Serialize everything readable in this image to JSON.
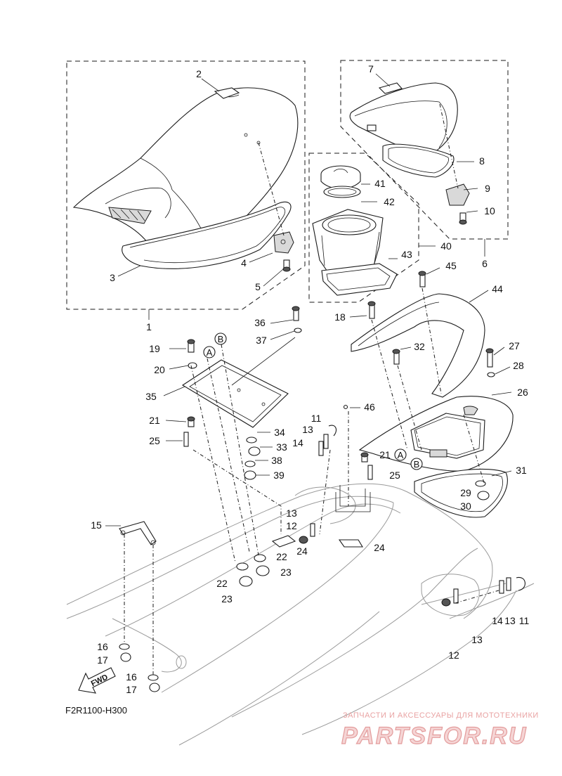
{
  "diagram": {
    "code": "F2R1100-H300",
    "fwd_label": "FWD",
    "watermark_caption": "ЗАПЧАСТИ И АКСЕССУАРЫ ДЛЯ МОТОТЕХНИКИ",
    "watermark_logo": "PARTSFOR.RU",
    "callout_A": "A",
    "callout_B": "B",
    "labels": {
      "l1": "1",
      "l2": "2",
      "l3": "3",
      "l4": "4",
      "l5": "5",
      "l6": "6",
      "l7": "7",
      "l8": "8",
      "l9": "9",
      "l10": "10",
      "l11a": "11",
      "l11b": "11",
      "l12a": "12",
      "l12b": "12",
      "l13a": "13",
      "l13b": "13",
      "l13c": "13",
      "l13d": "13",
      "l14a": "14",
      "l14b": "14",
      "l15": "15",
      "l16a": "16",
      "l16b": "16",
      "l17a": "17",
      "l17b": "17",
      "l18": "18",
      "l19": "19",
      "l20": "20",
      "l21a": "21",
      "l21b": "21",
      "l22a": "22",
      "l22b": "22",
      "l23a": "23",
      "l23b": "23",
      "l24a": "24",
      "l24b": "24",
      "l25a": "25",
      "l25b": "25",
      "l26": "26",
      "l27": "27",
      "l28": "28",
      "l29": "29",
      "l30": "30",
      "l31": "31",
      "l32": "32",
      "l33": "33",
      "l34": "34",
      "l35": "35",
      "l36": "36",
      "l37": "37",
      "l38": "38",
      "l39": "39",
      "l40": "40",
      "l41": "41",
      "l42": "42",
      "l43": "43",
      "l44": "44",
      "l45": "45",
      "l46": "46"
    }
  }
}
